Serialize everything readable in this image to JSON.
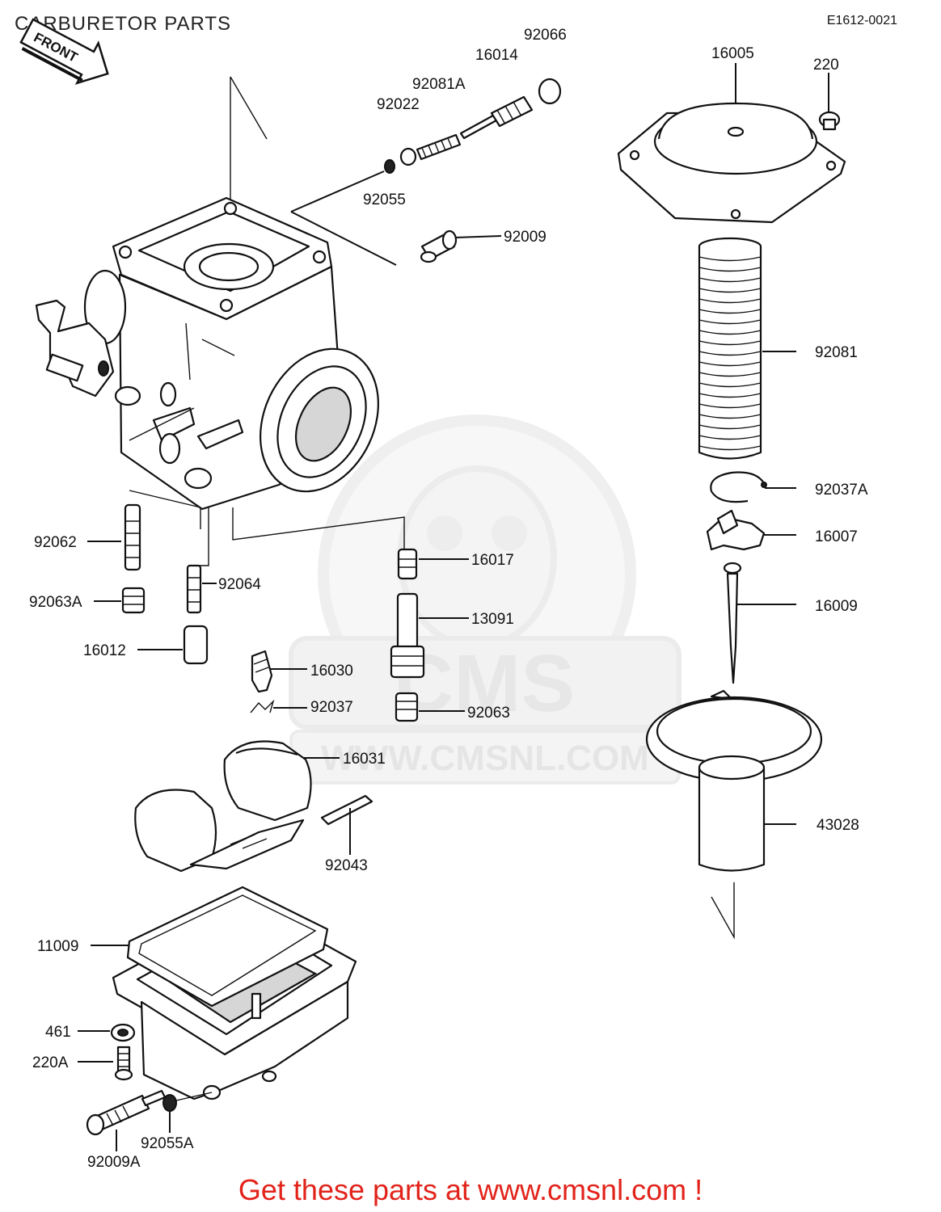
{
  "title": "CARBURETOR PARTS",
  "diagram_code": "E1612-0021",
  "front_label": "FRONT",
  "watermark": {
    "brand": "CMS",
    "url": "WWW.CMSNL.COM"
  },
  "footer_text": "Get these parts at www.cmsnl.com !",
  "colors": {
    "footer": "#e2231a",
    "ink": "#111111",
    "watermark": "#e6e6e6"
  },
  "callouts": {
    "c92066": "92066",
    "c16014": "16014",
    "c92081A": "92081A",
    "c92022": "92022",
    "c92055": "92055",
    "c92009": "92009",
    "c16005": "16005",
    "c220": "220",
    "c92081": "92081",
    "c92037A": "92037A",
    "c16007": "16007",
    "c16009": "16009",
    "c43028": "43028",
    "c92062": "92062",
    "c92063A": "92063A",
    "c16012": "16012",
    "c92064": "92064",
    "c16017": "16017",
    "c13091": "13091",
    "c16030": "16030",
    "c92037": "92037",
    "c92063": "92063",
    "c16031": "16031",
    "c92043": "92043",
    "c11009": "11009",
    "c461": "461",
    "c220A": "220A",
    "c92009A": "92009A",
    "c92055A": "92055A"
  }
}
